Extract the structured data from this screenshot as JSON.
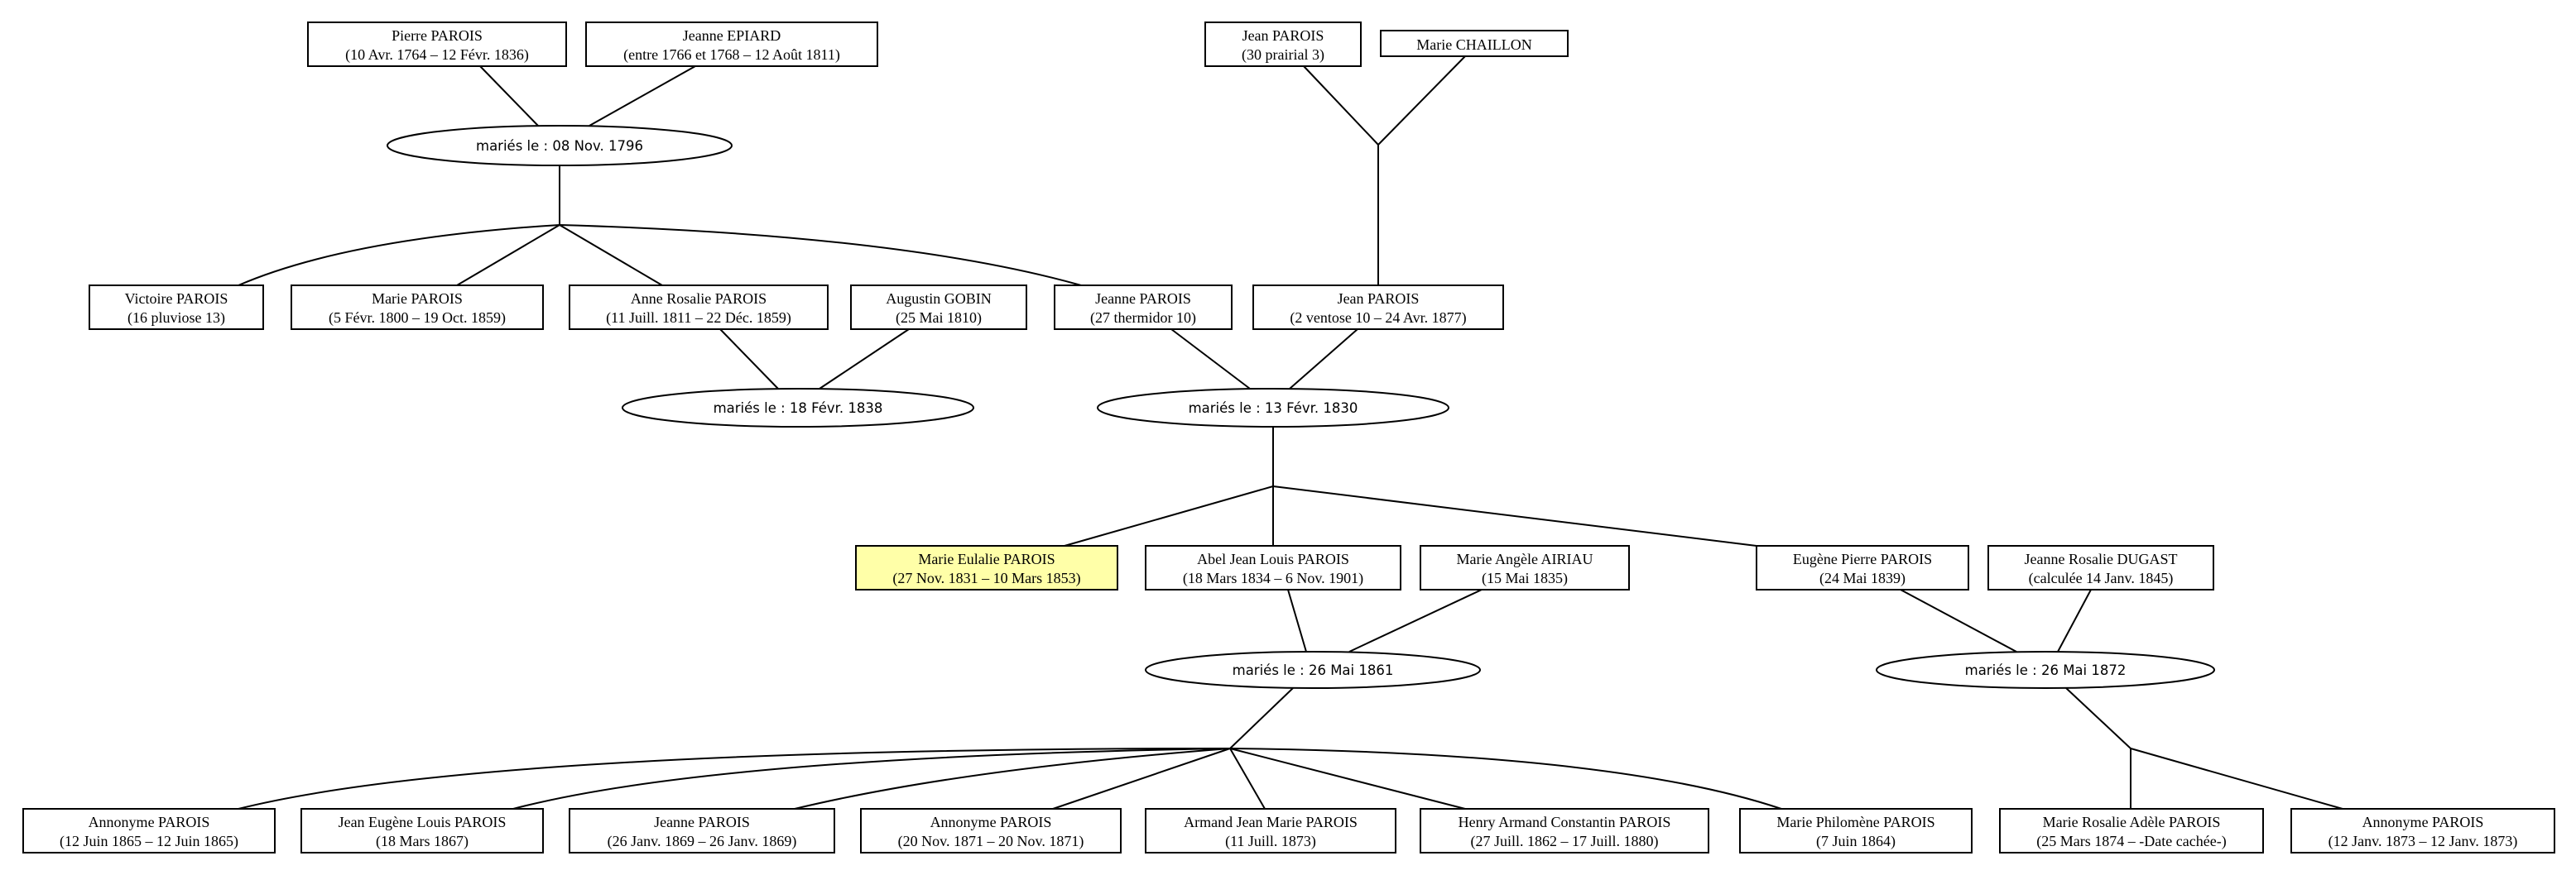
{
  "colors": {
    "highlight": "#ffffa8",
    "stroke": "#000000",
    "background": "#ffffff"
  },
  "persons": {
    "p_pierre": {
      "name": "Pierre PAROIS",
      "dates": "(10 Avr. 1764 – 12 Févr. 1836)"
    },
    "p_jeanne_epiard": {
      "name": "Jeanne EPIARD",
      "dates": "(entre 1766 et 1768 – 12 Août 1811)"
    },
    "p_jean_sr": {
      "name": "Jean PAROIS",
      "dates": "(30 prairial 3)"
    },
    "p_marie_chaillon": {
      "name": "Marie CHAILLON",
      "dates": ""
    },
    "p_victoire": {
      "name": "Victoire PAROIS",
      "dates": "(16 pluviose 13)"
    },
    "p_marie": {
      "name": "Marie PAROIS",
      "dates": "(5 Févr. 1800 – 19 Oct. 1859)"
    },
    "p_anne_rosalie": {
      "name": "Anne Rosalie PAROIS",
      "dates": "(11 Juill. 1811 – 22 Déc. 1859)"
    },
    "p_augustin": {
      "name": "Augustin GOBIN",
      "dates": "(25 Mai 1810)"
    },
    "p_jeanne": {
      "name": "Jeanne PAROIS",
      "dates": "(27 thermidor 10)"
    },
    "p_jean_jr": {
      "name": "Jean PAROIS",
      "dates": "(2 ventose 10 – 24 Avr. 1877)"
    },
    "p_marie_eulalie": {
      "name": "Marie Eulalie PAROIS",
      "dates": "(27 Nov. 1831 – 10 Mars 1853)"
    },
    "p_abel": {
      "name": "Abel Jean Louis PAROIS",
      "dates": "(18 Mars 1834 – 6 Nov. 1901)"
    },
    "p_marie_angele": {
      "name": "Marie Angèle AIRIAU",
      "dates": "(15 Mai 1835)"
    },
    "p_eugene": {
      "name": "Eugène Pierre PAROIS",
      "dates": "(24 Mai 1839)"
    },
    "p_jeanne_rosalie": {
      "name": "Jeanne Rosalie DUGAST",
      "dates": "(calculée 14 Janv. 1845)"
    },
    "p_annonyme1": {
      "name": "Annonyme PAROIS",
      "dates": "(12 Juin 1865 – 12 Juin 1865)"
    },
    "p_jean_eugene": {
      "name": "Jean Eugène Louis PAROIS",
      "dates": "(18 Mars 1867)"
    },
    "p_jeanne2": {
      "name": "Jeanne PAROIS",
      "dates": "(26 Janv. 1869 – 26 Janv. 1869)"
    },
    "p_annonyme2": {
      "name": "Annonyme PAROIS",
      "dates": "(20 Nov. 1871 – 20 Nov. 1871)"
    },
    "p_armand": {
      "name": "Armand Jean Marie PAROIS",
      "dates": "(11 Juill. 1873)"
    },
    "p_henry": {
      "name": "Henry Armand Constantin PAROIS",
      "dates": "(27 Juill. 1862 – 17 Juill. 1880)"
    },
    "p_marie_philomene": {
      "name": "Marie Philomène PAROIS",
      "dates": "(7 Juin 1864)"
    },
    "p_marie_rosalie": {
      "name": "Marie Rosalie Adèle PAROIS",
      "dates": "(25 Mars 1874 – -Date cachée-)"
    },
    "p_annonyme3": {
      "name": "Annonyme PAROIS",
      "dates": "(12 Janv. 1873 – 12 Janv. 1873)"
    }
  },
  "unions": {
    "u_1796": {
      "label": "mariés le : 08 Nov. 1796"
    },
    "u_1838": {
      "label": "mariés le : 18 Févr. 1838"
    },
    "u_1830": {
      "label": "mariés le : 13 Févr. 1830"
    },
    "u_1861": {
      "label": "mariés le : 26 Mai 1861"
    },
    "u_1872": {
      "label": "mariés le : 26 Mai 1872"
    }
  }
}
